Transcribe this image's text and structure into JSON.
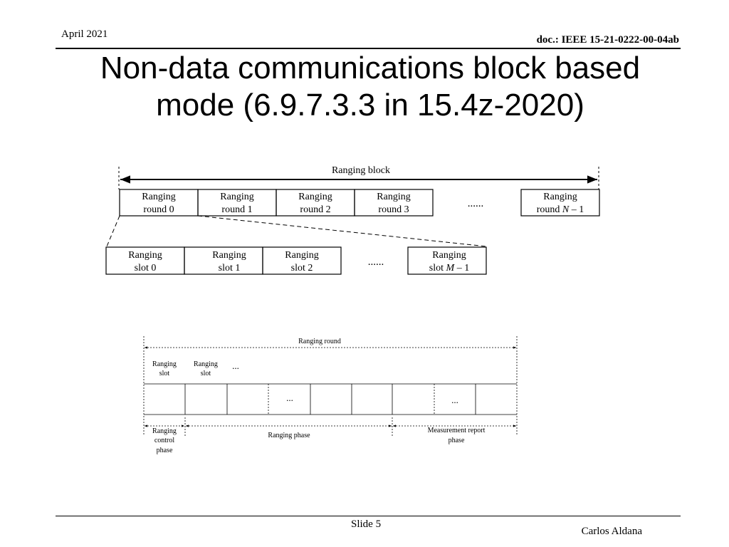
{
  "header": {
    "date": "April 2021",
    "doc_id": "doc.: IEEE 15-21-0222-00-04ab"
  },
  "title": {
    "line1": "Non-data communications block based",
    "line2": "mode (6.9.7.3.3 in 15.4z-2020)"
  },
  "diagram_top": {
    "block_label": "Ranging block",
    "rounds": [
      {
        "line1": "Ranging",
        "line2": "round 0"
      },
      {
        "line1": "Ranging",
        "line2": "round 1"
      },
      {
        "line1": "Ranging",
        "line2": "round 2"
      },
      {
        "line1": "Ranging",
        "line2": "round 3"
      }
    ],
    "round_ellipsis": "......",
    "last_round": {
      "line1": "Ranging",
      "line2_prefix": "round ",
      "line2_var": "N",
      "line2_suffix": " – 1"
    },
    "slots": [
      {
        "line1": "Ranging",
        "line2": "slot 0"
      },
      {
        "line1": "Ranging",
        "line2": "slot 1"
      },
      {
        "line1": "Ranging",
        "line2": "slot 2"
      }
    ],
    "slot_ellipsis": "......",
    "last_slot": {
      "line1": "Ranging",
      "line2_prefix": "slot ",
      "line2_var": "M",
      "line2_suffix": " – 1"
    }
  },
  "diagram_bottom": {
    "round_label": "Ranging round",
    "slot_label_1": {
      "line1": "Ranging",
      "line2": "slot"
    },
    "slot_label_2": {
      "line1": "Ranging",
      "line2": "slot"
    },
    "slot_label_ellipsis": "...",
    "cell_ellipsis_1": "...",
    "cell_ellipsis_2": "...",
    "phase_control": {
      "line1": "Ranging",
      "line2": "control",
      "line3": "phase"
    },
    "phase_ranging": "Ranging phase",
    "phase_report": {
      "line1": "Measurement report",
      "line2": "phase"
    }
  },
  "footer": {
    "slide": "Slide 5",
    "author": "Carlos Aldana"
  }
}
